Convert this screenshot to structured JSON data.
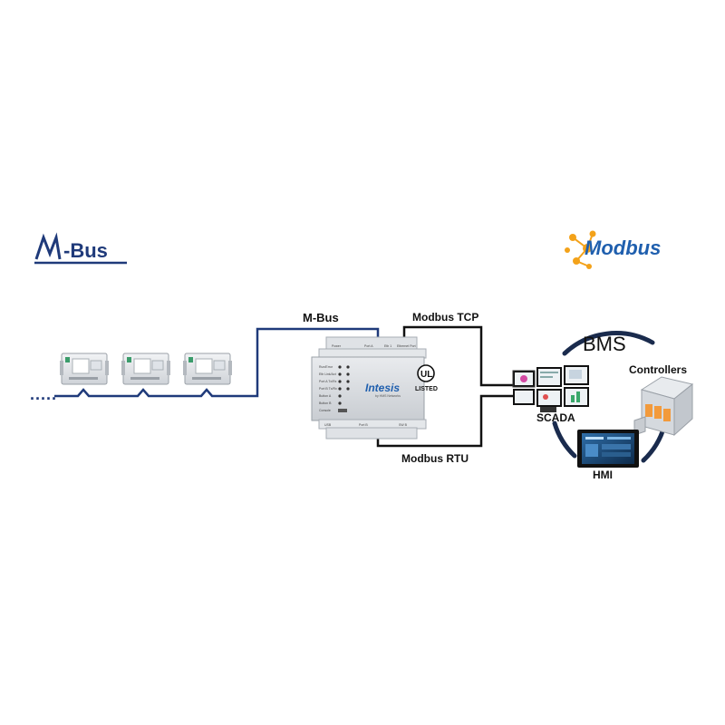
{
  "logos": {
    "mbus": "M-Bus",
    "modbus": "Modbus"
  },
  "links": {
    "mbus_line": "M-Bus",
    "modbus_tcp": "Modbus TCP",
    "modbus_rtu": "Modbus RTU",
    "leading_dots": "....."
  },
  "gateway": {
    "brand": "Intesis",
    "brand_sub": "by HMS Networks",
    "cert_mark": "UL",
    "cert_text": "LISTED",
    "led_labels": [
      "Run/Error",
      "Eth Link/Act",
      "Port A Tx/Rx",
      "Port B Tx/Rx",
      "Button A",
      "Button B",
      "Console"
    ],
    "top_labels": [
      "Power",
      "Port A",
      "Eth 1",
      "Ethernet Port"
    ],
    "bottom_labels": [
      "USB",
      "Port B",
      "SW B"
    ]
  },
  "bms": {
    "title": "BMS",
    "controllers": "Controllers",
    "scada": "SCADA",
    "hmi": "HMI"
  },
  "meters": {
    "count": 3
  },
  "colors": {
    "mbus_blue": "#1f3a7a",
    "line_black": "#111111",
    "ring_navy": "#1a2b4d",
    "modbus_blue": "#1f5fae",
    "modbus_orange": "#f3a21a"
  }
}
